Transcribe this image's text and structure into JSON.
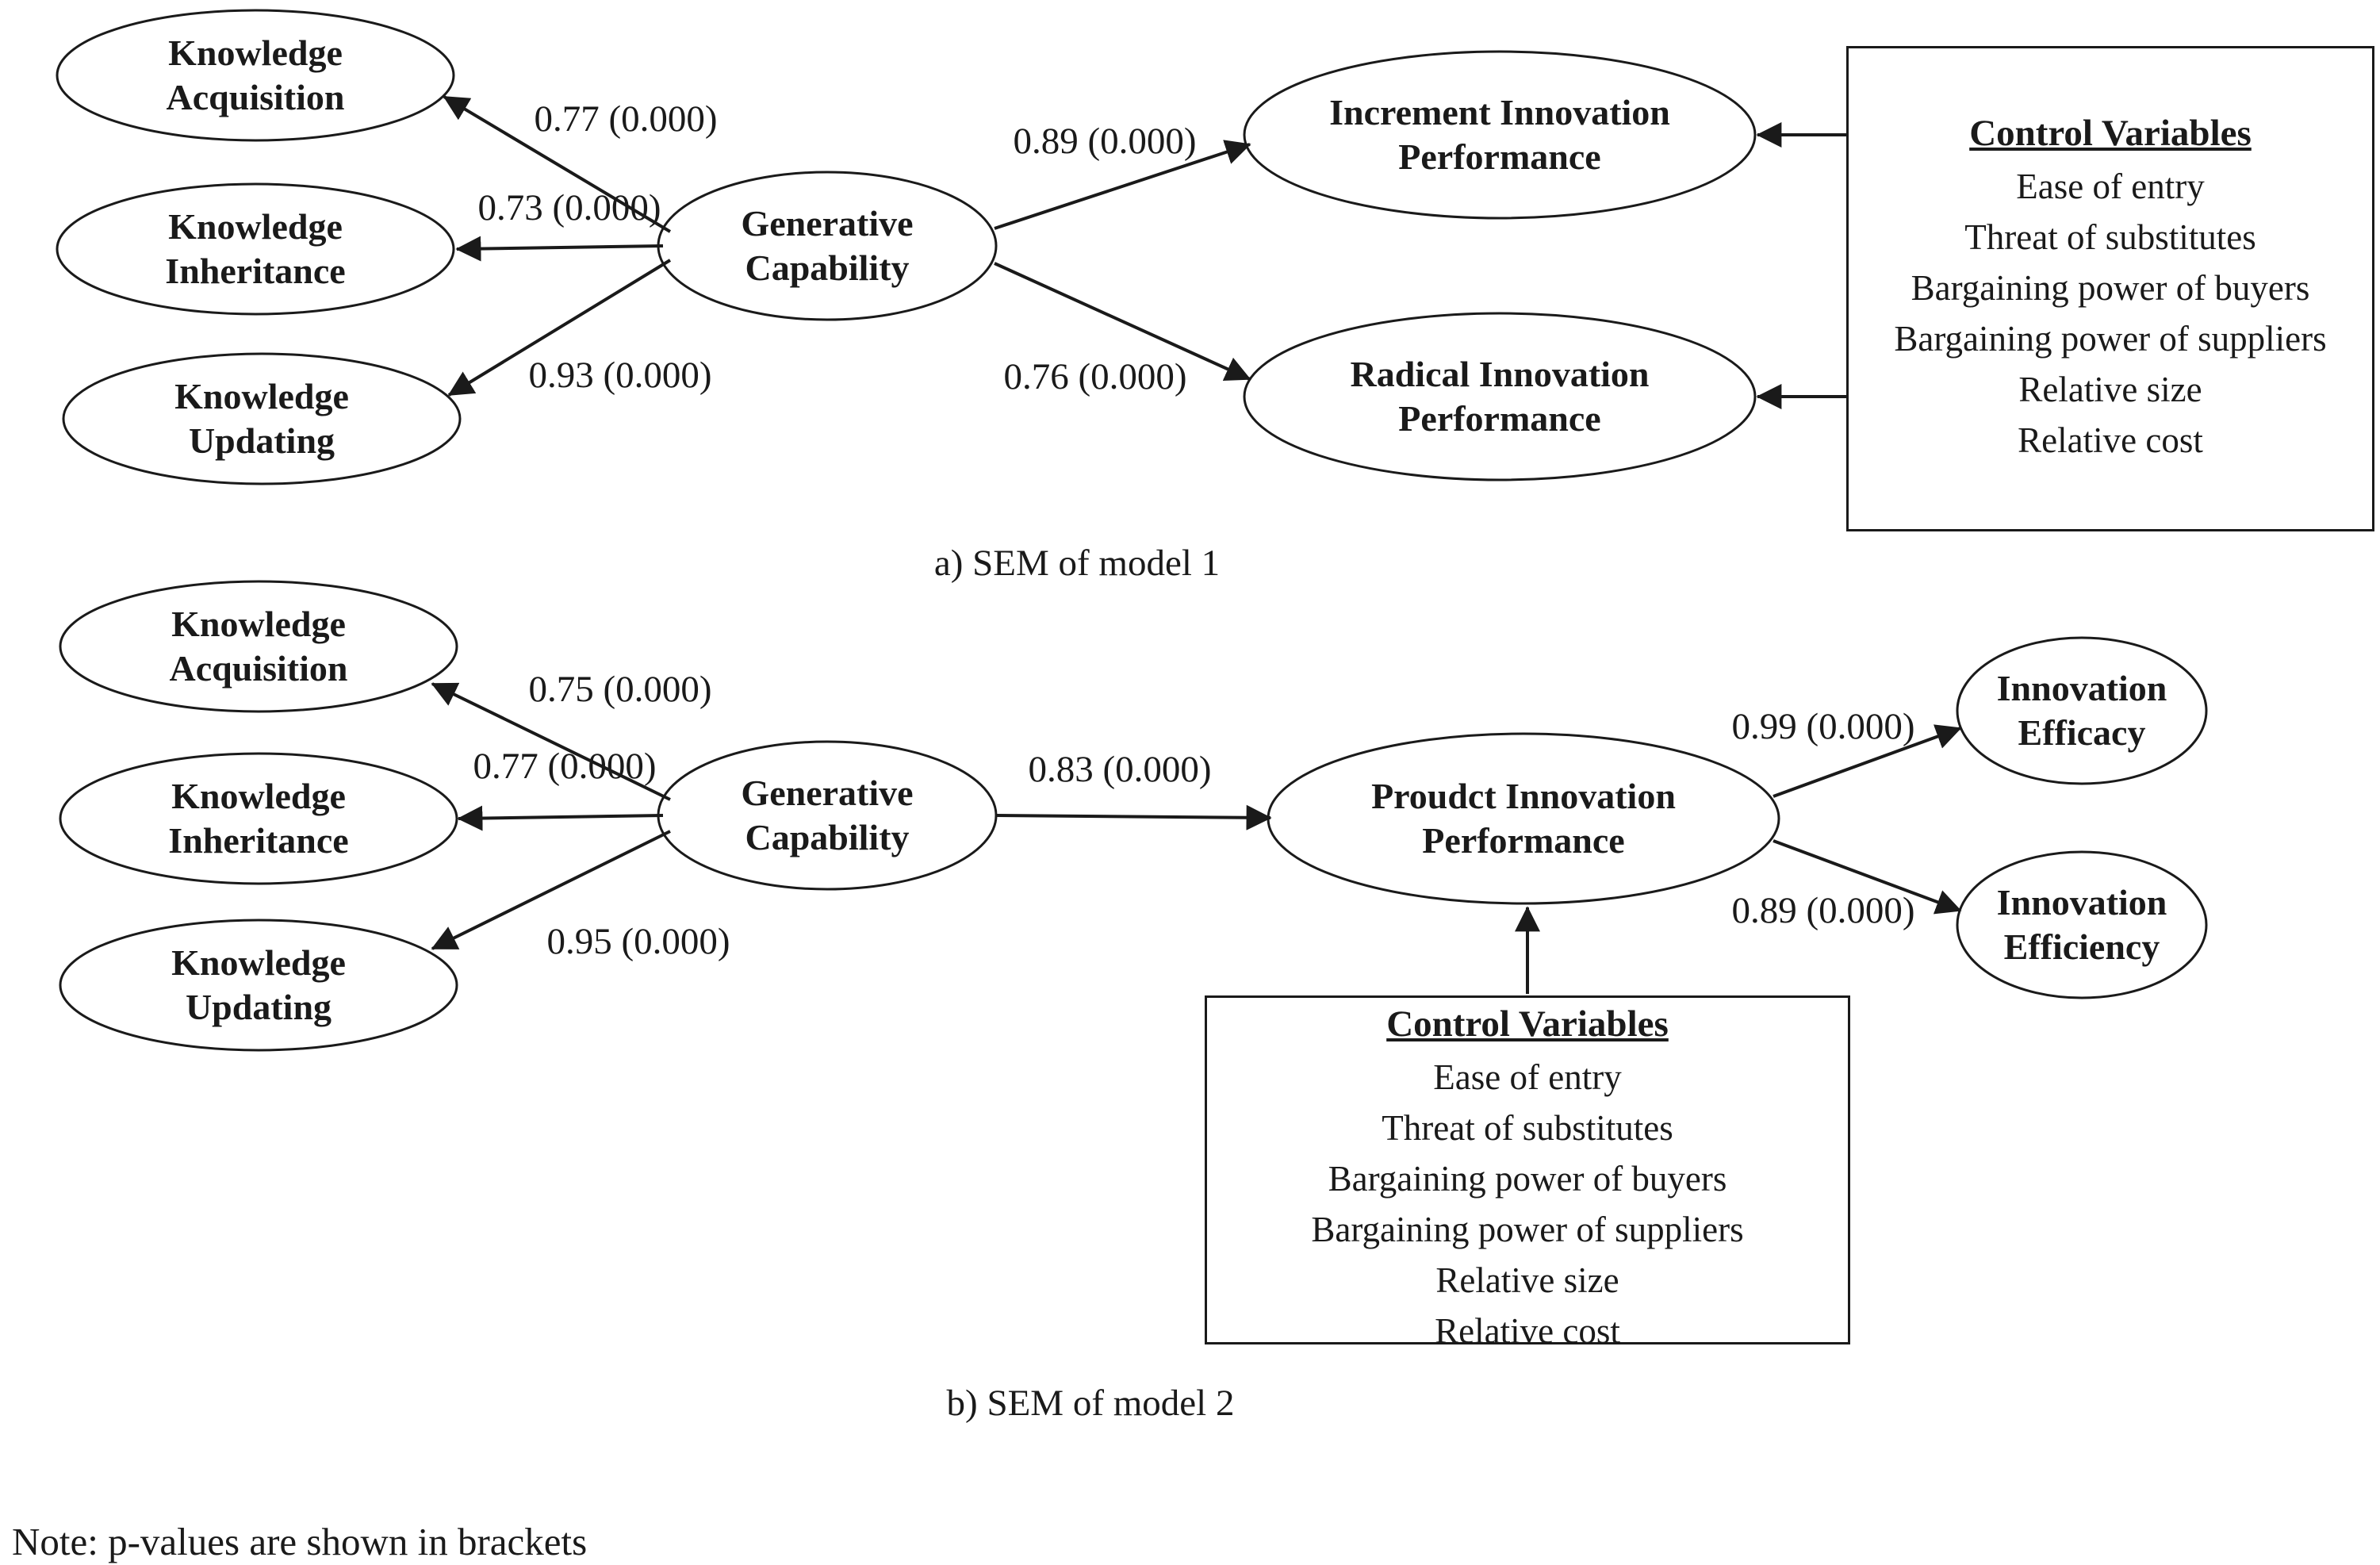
{
  "note": "Note: p-values are shown in brackets",
  "model1": {
    "caption": "a) SEM of model 1",
    "nodes": {
      "knowledge_acquisition": "Knowledge\nAcquisition",
      "knowledge_inheritance": "Knowledge\nInheritance",
      "knowledge_updating": "Knowledge\nUpdating",
      "generative_capability": "Generative\nCapability",
      "increment_innovation": "Increment Innovation\nPerformance",
      "radical_innovation": "Radical Innovation\nPerformance"
    },
    "coefficients": {
      "to_knowledge_acquisition": "0.77 (0.000)",
      "to_knowledge_inheritance": "0.73 (0.000)",
      "to_knowledge_updating": "0.93 (0.000)",
      "to_increment_innovation": "0.89 (0.000)",
      "to_radical_innovation": "0.76 (0.000)"
    },
    "control_variables": {
      "title": "Control Variables",
      "items": [
        "Ease of entry",
        "Threat of substitutes",
        "Bargaining power of buyers",
        "Bargaining power of suppliers",
        "Relative size",
        "Relative cost"
      ]
    }
  },
  "model2": {
    "caption": "b) SEM of model 2",
    "nodes": {
      "knowledge_acquisition": "Knowledge\nAcquisition",
      "knowledge_inheritance": "Knowledge\nInheritance",
      "knowledge_updating": "Knowledge\nUpdating",
      "generative_capability": "Generative\nCapability",
      "product_innovation": "Proudct Innovation\nPerformance",
      "innovation_efficacy": "Innovation\nEfficacy",
      "innovation_efficiency": "Innovation\nEfficiency"
    },
    "coefficients": {
      "to_knowledge_acquisition": "0.75 (0.000)",
      "to_knowledge_inheritance": "0.77 (0.000)",
      "to_knowledge_updating": "0.95 (0.000)",
      "to_product_innovation": "0.83 (0.000)",
      "to_innovation_efficacy": "0.99 (0.000)",
      "to_innovation_efficiency": "0.89 (0.000)"
    },
    "control_variables": {
      "title": "Control Variables",
      "items": [
        "Ease of entry",
        "Threat of substitutes",
        "Bargaining power of buyers",
        "Bargaining power of suppliers",
        "Relative size",
        "Relative cost"
      ]
    }
  }
}
